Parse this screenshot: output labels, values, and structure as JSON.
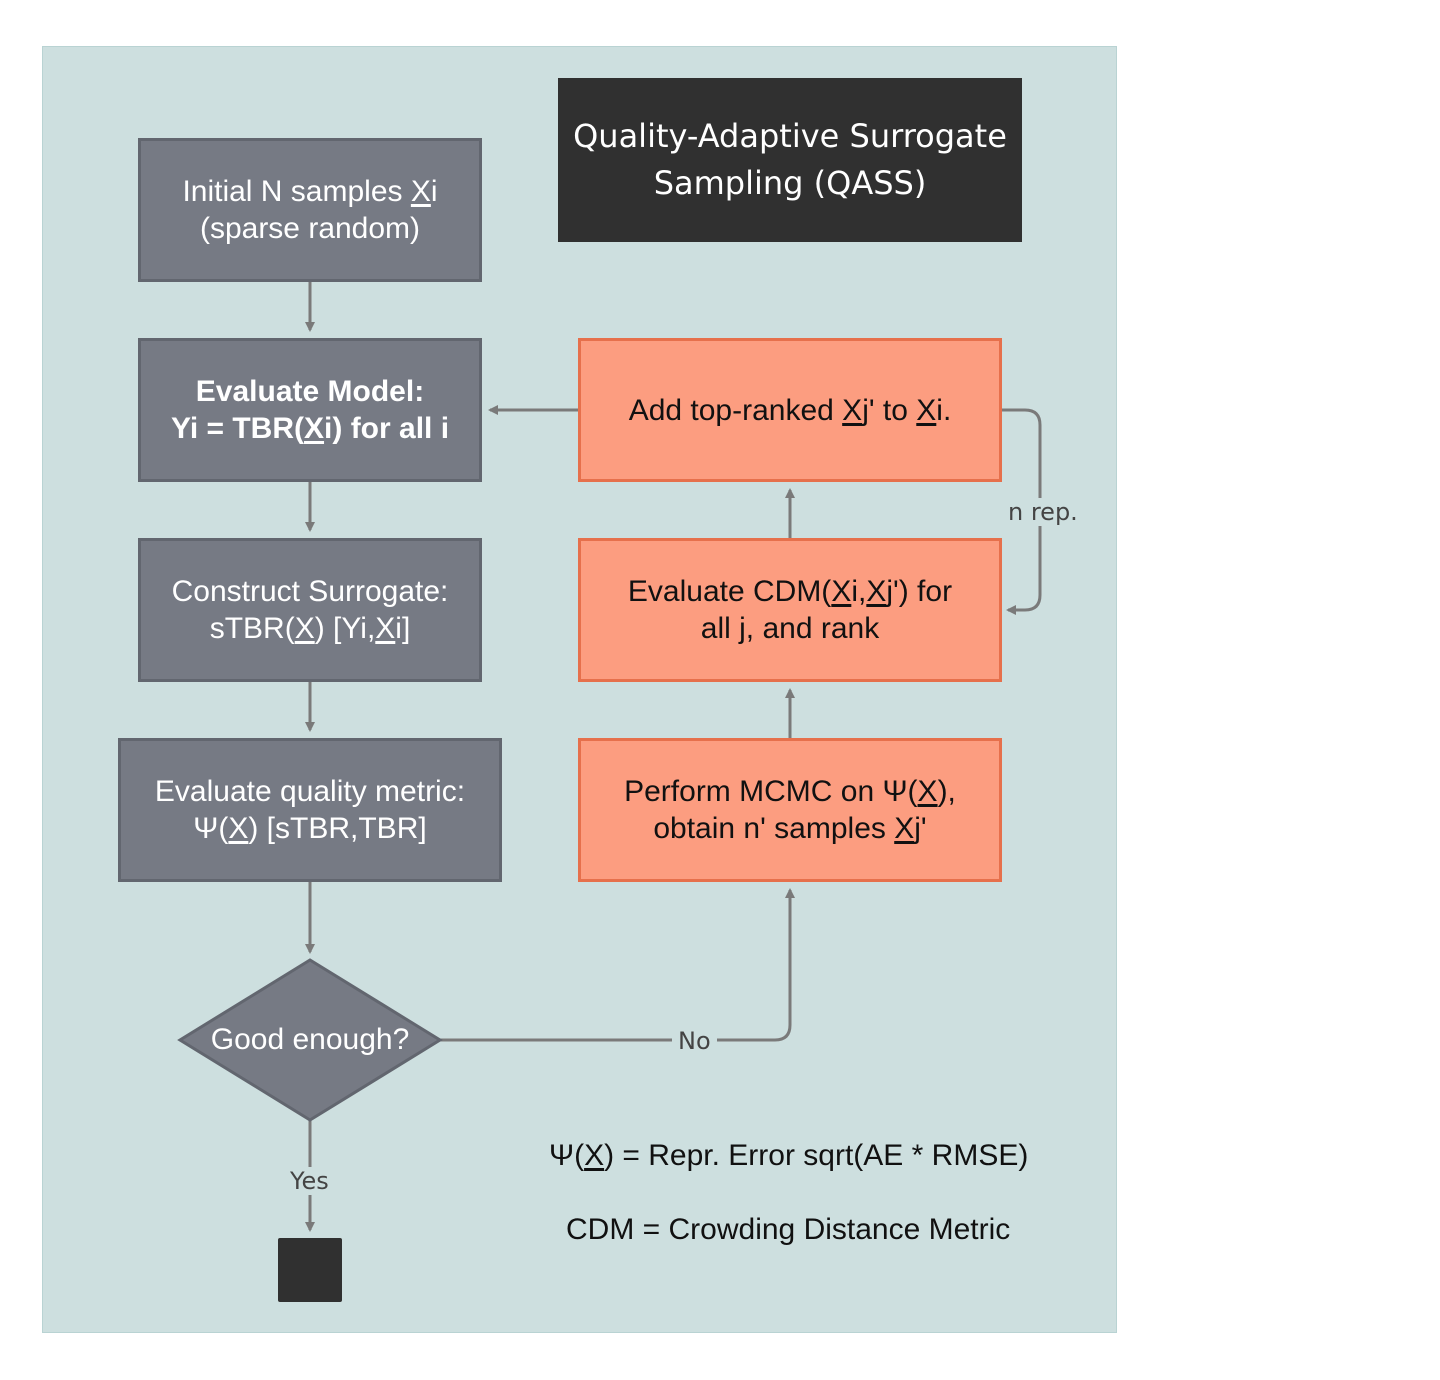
{
  "title": {
    "line1": "Quality-Adaptive Surrogate",
    "line2": "Sampling (QASS)"
  },
  "nodes": {
    "initial": {
      "line1_pre": "Initial N samples ",
      "line1_x": "X",
      "line1_post": "i",
      "line2": "(sparse random)"
    },
    "evaluate_model": {
      "line1": "Evaluate Model:",
      "line2_pre": "Yi = TBR(",
      "line2_x": "X",
      "line2_post": "i) for all i"
    },
    "surrogate": {
      "line1": "Construct Surrogate:",
      "l2a": "sTBR(",
      "l2b": "X",
      "l2c": ") [Yi,",
      "l2d": "X",
      "l2e": "i]"
    },
    "quality": {
      "line1": "Evaluate quality metric:",
      "l2a": "Ψ(",
      "l2b": "X",
      "l2c": ") [sTBR,TBR]"
    },
    "decision": {
      "text": "Good enough?"
    },
    "add_top": {
      "a": "Add top-ranked ",
      "b": "X",
      "c": "j' to ",
      "d": "X",
      "e": "i."
    },
    "cdm": {
      "l1a": "Evaluate CDM(",
      "l1b": "X",
      "l1c": "i,",
      "l1d": "X",
      "l1e": "j') for",
      "line2": "all j, and rank"
    },
    "mcmc": {
      "l1a": "Perform MCMC on Ψ(",
      "l1b": "X",
      "l1c": "),",
      "l2a": "obtain n' samples ",
      "l2b": "X",
      "l2c": "j'"
    }
  },
  "edge_labels": {
    "no": "No",
    "yes": "Yes",
    "repeat": "n rep."
  },
  "legend": {
    "psi": {
      "a": "Ψ(",
      "b": "X",
      "c": ") = Repr. Error sqrt(AE * RMSE)"
    },
    "cdm": "CDM = Crowding Distance Metric"
  },
  "colors": {
    "panel": "#cddfdf",
    "gray_box": "#767a84",
    "orange_box": "#fc9d80",
    "dark": "#303030",
    "arrow": "#7a7a7a"
  }
}
